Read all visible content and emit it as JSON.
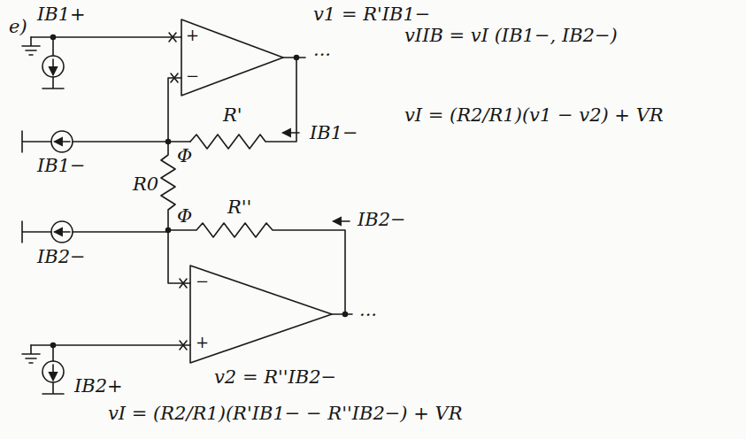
{
  "diagram": {
    "labels": [
      "e)",
      "IB1+",
      "+",
      "−",
      "v1 = R'IB1−",
      "...",
      "vIIB = vI (IB1−, IB2−)",
      "IB1−",
      "R'",
      "IB1−",
      "vI = (R2/R1)(v1 − v2) + VR",
      "Φ",
      "R0",
      "Φ",
      "R''",
      "IB2−",
      "IB2−",
      "−",
      "+",
      "...",
      "v2 = R''IB2−",
      "IB2+",
      "vI = (R2/R1)(R'IB1− − R''IB2−) + VR"
    ]
  }
}
